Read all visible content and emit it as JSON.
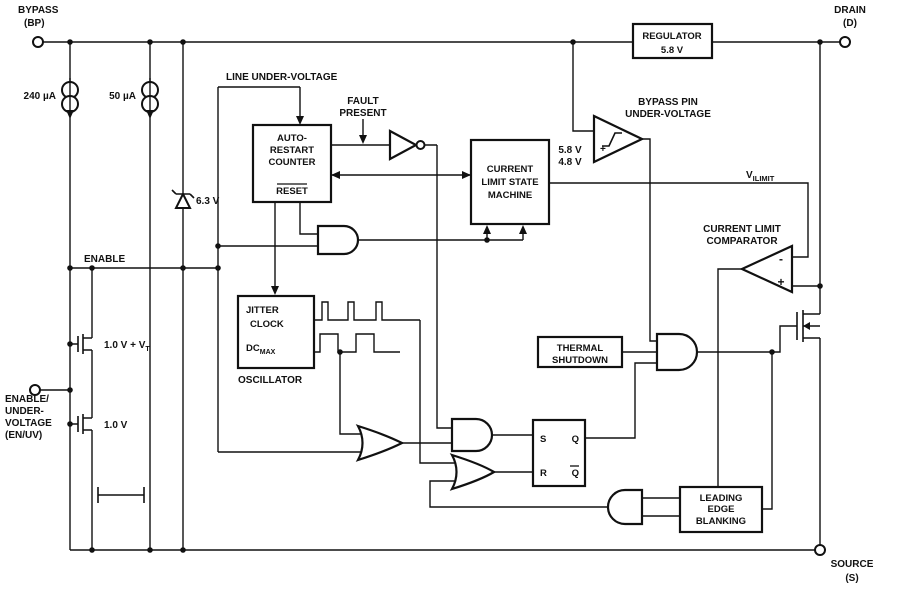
{
  "labels": {
    "bypass1": "BYPASS",
    "bypass2": "(BP)",
    "drain1": "DRAIN",
    "drain2": "(D)",
    "source1": "SOURCE",
    "source2": "(S)",
    "enuv1": "ENABLE/",
    "enuv2": "UNDER-",
    "enuv3": "VOLTAGE",
    "enuv4": "(EN/UV)",
    "i240": "240 µA",
    "i50": "50 µA",
    "line_uv": "LINE UNDER-VOLTAGE",
    "fault1": "FAULT",
    "fault2": "PRESENT",
    "zener": "6.3 V",
    "enable": "ENABLE",
    "bpuv1": "BYPASS PIN",
    "bpuv2": "UNDER-VOLTAGE",
    "v58": "5.8 V",
    "v48": "4.8 V",
    "bpuv_plus": "+",
    "vilim_main": "V",
    "vilim_sub": "ILIMIT",
    "clc1": "CURRENT LIMIT",
    "clc2": "COMPARATOR",
    "comp_minus": "-",
    "comp_plus": "+",
    "vt_main": "1.0 V + V",
    "vt_sub": "T",
    "v10": "1.0 V",
    "osc": "OSCILLATOR"
  },
  "blocks": {
    "reg1": "REGULATOR",
    "reg2": "5.8 V",
    "ctr1": "AUTO-",
    "ctr2": "RESTART",
    "ctr3": "COUNTER",
    "ctr_reset": "RESET",
    "sm1": "CURRENT",
    "sm2": "LIMIT STATE",
    "sm3": "MACHINE",
    "osc_jitter": "JITTER",
    "osc_clock": "CLOCK",
    "osc_dc": "DC",
    "osc_dcsub": "MAX",
    "th1": "THERMAL",
    "th2": "SHUTDOWN",
    "latch_s": "S",
    "latch_r": "R",
    "latch_q": "Q",
    "latch_qbar": "Q",
    "leb1": "LEADING",
    "leb2": "EDGE",
    "leb3": "BLANKING"
  }
}
